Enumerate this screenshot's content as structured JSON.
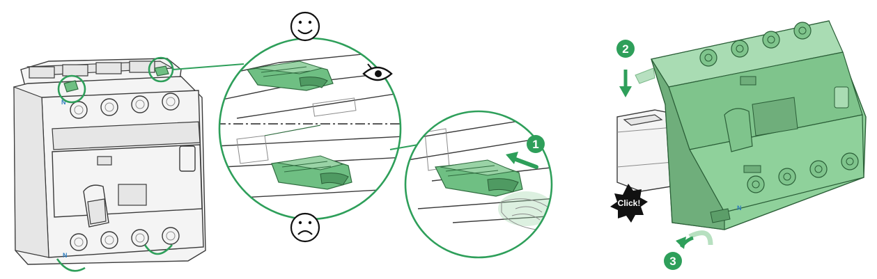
{
  "steps": {
    "one": "1",
    "two": "2",
    "three": "3"
  },
  "click_badge": "Click!",
  "neutral_marks": {
    "top": "N",
    "bottom": "N",
    "right_device": "N"
  },
  "icons": {
    "correct": "smiley-face-icon",
    "incorrect": "sad-face-icon",
    "inspect": "eye-icon"
  },
  "colors": {
    "accent_green": "#2e9f5a",
    "latch_green": "#6fbf83",
    "device_green": "#8fd19b",
    "click_badge": "#111111"
  }
}
